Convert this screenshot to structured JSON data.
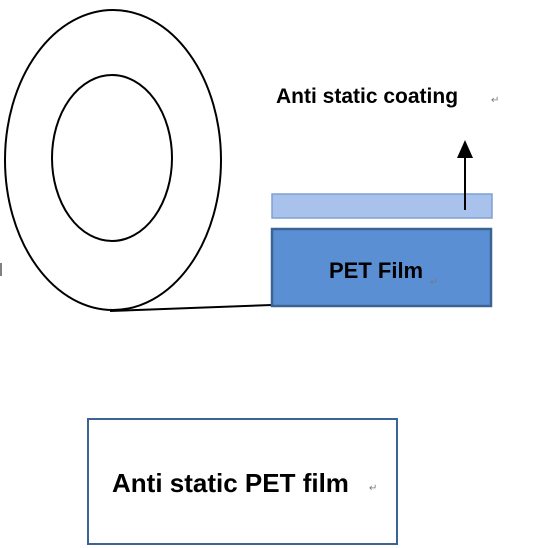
{
  "diagram": {
    "coating_label": "Anti static coating",
    "film_label": "PET Film",
    "product_label": "Anti static PET film"
  },
  "colors": {
    "coating_fill": "#a9c2ec",
    "coating_stroke": "#7ea0d6",
    "film_fill": "#5b8fd4",
    "film_stroke": "#3c6396",
    "outline": "#000000",
    "paragraph_mark": "#7a7a7a"
  }
}
